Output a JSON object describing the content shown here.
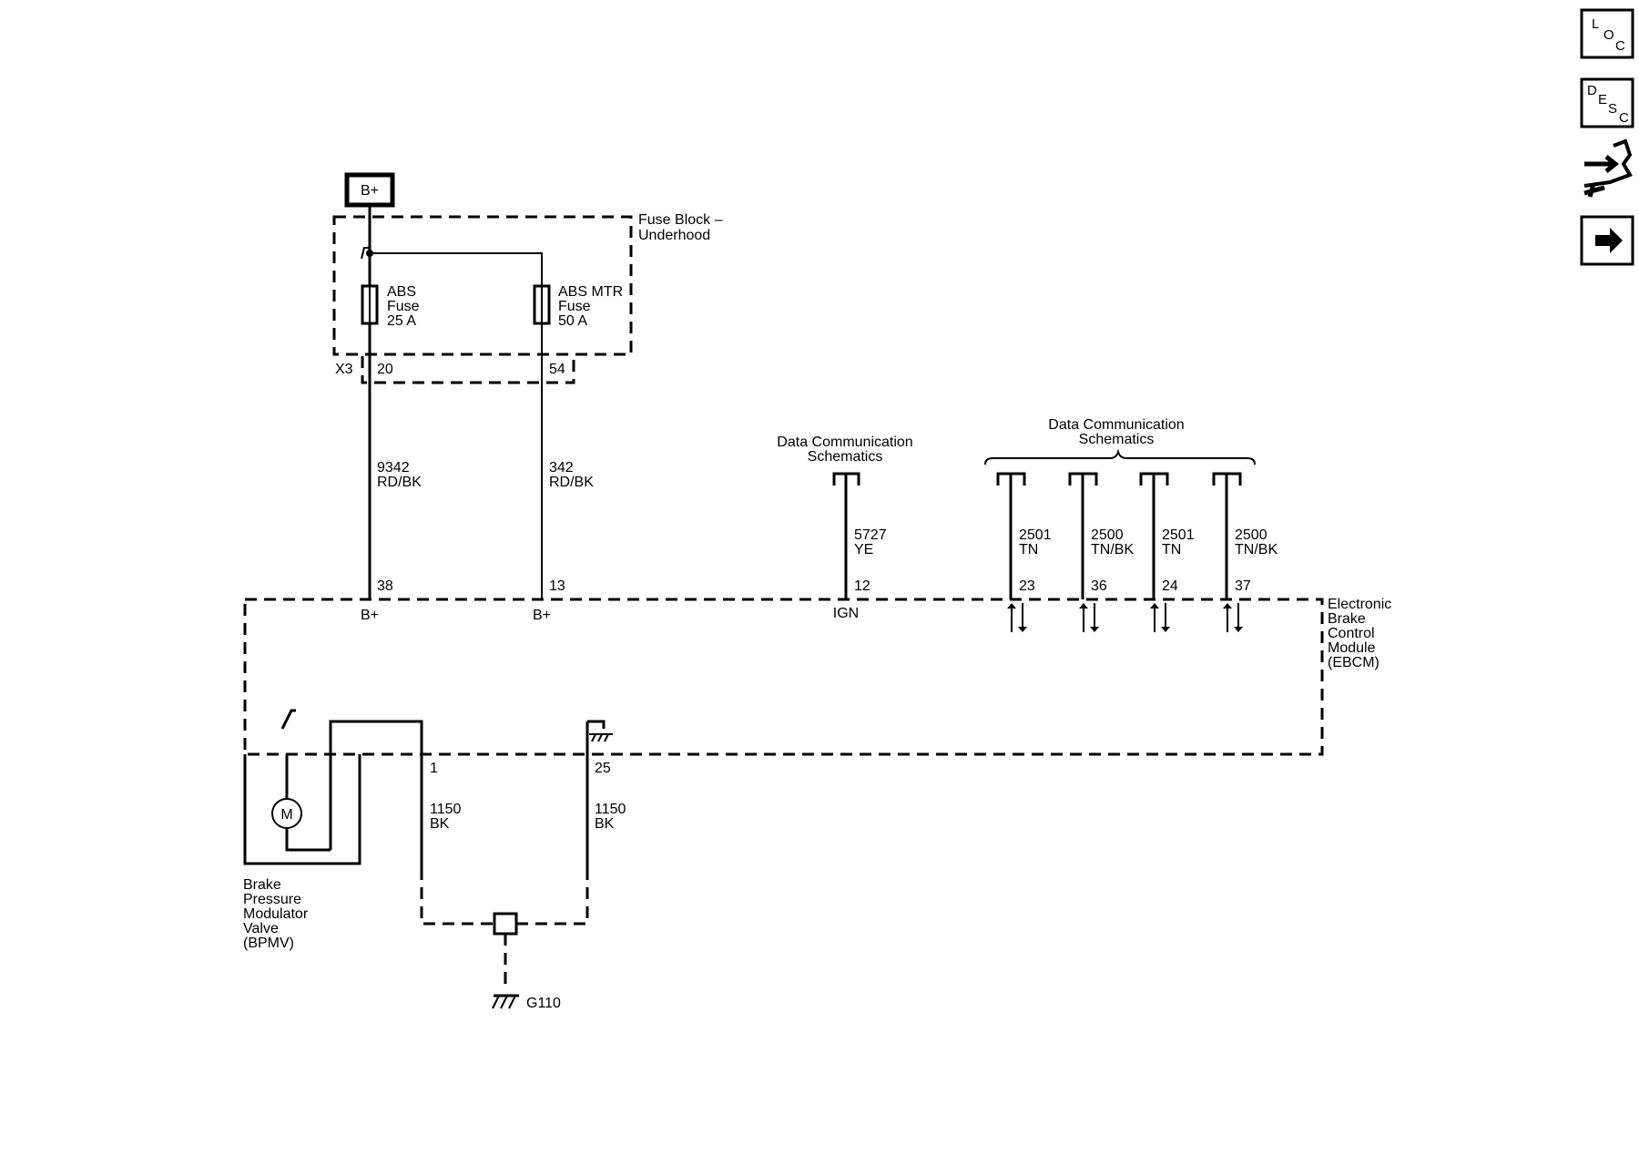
{
  "power": {
    "source_label": "B+"
  },
  "fuse_block": {
    "label_line1": "Fuse Block –",
    "label_line2": "Underhood",
    "connector": "X3",
    "fuse_abs": {
      "line1": "ABS",
      "line2": "Fuse",
      "line3": "25 A",
      "pin": "20"
    },
    "fuse_abs_mtr": {
      "line1": "ABS MTR",
      "line2": "Fuse",
      "line3": "50 A",
      "pin": "54"
    }
  },
  "wires": {
    "w9342": {
      "circuit": "9342",
      "color": "RD/BK"
    },
    "w342": {
      "circuit": "342",
      "color": "RD/BK"
    },
    "w5727": {
      "circuit": "5727",
      "color": "YE"
    },
    "w2501a": {
      "circuit": "2501",
      "color": "TN"
    },
    "w2500a": {
      "circuit": "2500",
      "color": "TN/BK"
    },
    "w2501b": {
      "circuit": "2501",
      "color": "TN"
    },
    "w2500b": {
      "circuit": "2500",
      "color": "TN/BK"
    },
    "w1150a": {
      "circuit": "1150",
      "color": "BK"
    },
    "w1150b": {
      "circuit": "1150",
      "color": "BK"
    }
  },
  "data_comm_single": {
    "line1": "Data Communication",
    "line2": "Schematics"
  },
  "data_comm_group": {
    "line1": "Data Communication",
    "line2": "Schematics"
  },
  "ebcm": {
    "label": [
      "Electronic",
      "Brake",
      "Control",
      "Module",
      "(EBCM)"
    ],
    "pins": {
      "p38": "38",
      "p13": "13",
      "p12": "12",
      "p23": "23",
      "p36": "36",
      "p24": "24",
      "p37": "37",
      "p1": "1",
      "p25": "25"
    },
    "term_bplus_1": "B+",
    "term_bplus_2": "B+",
    "term_ign": "IGN"
  },
  "bpmv": {
    "motor_symbol": "M",
    "label": [
      "Brake",
      "Pressure",
      "Modulator",
      "Valve",
      "(BPMV)"
    ]
  },
  "ground": {
    "label": "G110"
  },
  "nav": {
    "loc": {
      "l1": "L",
      "l2": "O",
      "l3": "C"
    },
    "desc": {
      "l1": "D",
      "l2": "E",
      "l3": "S",
      "l4": "C"
    }
  }
}
